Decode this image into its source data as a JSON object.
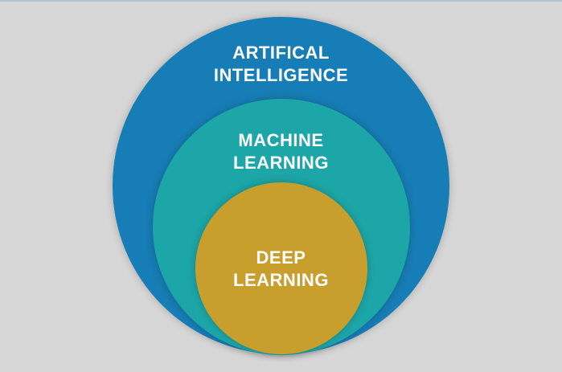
{
  "diagram": {
    "title": "Venn diagram: AI, Machine Learning, Deep Learning",
    "circles": [
      {
        "id": "ai",
        "line1": "ARTIFICAL",
        "line2": "INTELLIGENCE",
        "color": "#177db6"
      },
      {
        "id": "ml",
        "line1": "MACHINE",
        "line2": "LEARNING",
        "color": "#1da6a7"
      },
      {
        "id": "dl",
        "line1": "DEEP",
        "line2": "LEARNING",
        "color": "#c89f2c"
      }
    ],
    "background": "#d7d7d7"
  }
}
